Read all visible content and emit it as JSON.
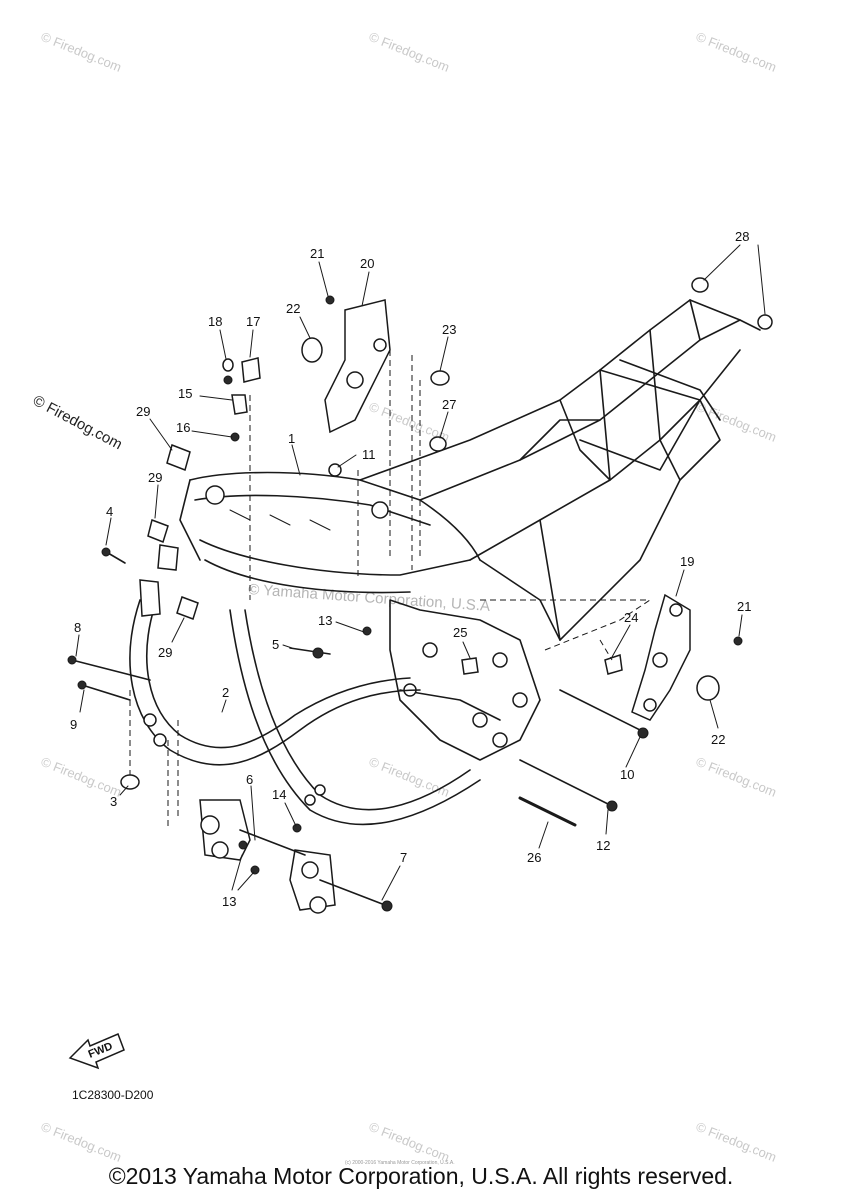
{
  "watermark": {
    "text": "© Firedog.com",
    "center_text": "© Yamaha Motor Corporation, U.S.A"
  },
  "side_label": "© Firedog.com",
  "fwd_label": "FWD",
  "diagram_code": "1C28300-D200",
  "copyright": "©2013 Yamaha Motor Corporation, U.S.A. All rights reserved.",
  "tiny_note": "(c) 2000-2016 Yamaha Motor Corporation, U.S.A.",
  "callouts": [
    "1",
    "2",
    "3",
    "4",
    "5",
    "6",
    "7",
    "8",
    "9",
    "10",
    "11",
    "12",
    "13",
    "13",
    "13",
    "14",
    "15",
    "16",
    "17",
    "18",
    "19",
    "20",
    "21",
    "21",
    "22",
    "22",
    "23",
    "24",
    "25",
    "26",
    "27",
    "28",
    "29",
    "29",
    "29"
  ]
}
